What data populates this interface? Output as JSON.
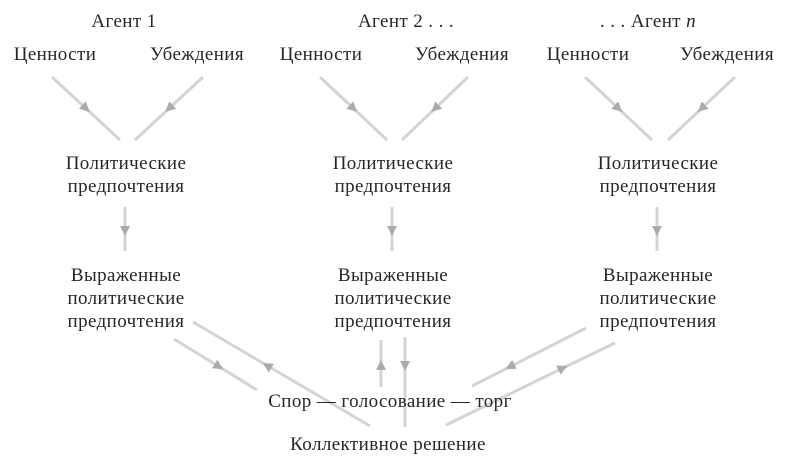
{
  "colors": {
    "background": "#ffffff",
    "text": "#262626",
    "arrow_line": "#d4d4d4",
    "arrow_head": "#ababab"
  },
  "diagram": {
    "agents": [
      {
        "title": "Агент 1",
        "values": "Ценности",
        "beliefs": "Убеждения",
        "preferences": "Политические\nпредпочтения",
        "expressed": "Выраженные\nполитические\nпредпочтения"
      },
      {
        "title": "Агент 2 . . .",
        "values": "Ценности",
        "beliefs": "Убеждения",
        "preferences": "Политические\nпредпочтения",
        "expressed": "Выраженные\nполитические\nпредпочтения"
      },
      {
        "title_prefix": ". . . Агент ",
        "title_var": "n",
        "values": "Ценности",
        "beliefs": "Убеждения",
        "preferences": "Политические\nпредпочтения",
        "expressed": "Выраженные\nполитические\nпредпочтения"
      }
    ],
    "process": "Спор — голосование — торг",
    "outcome": "Коллективное решение"
  }
}
